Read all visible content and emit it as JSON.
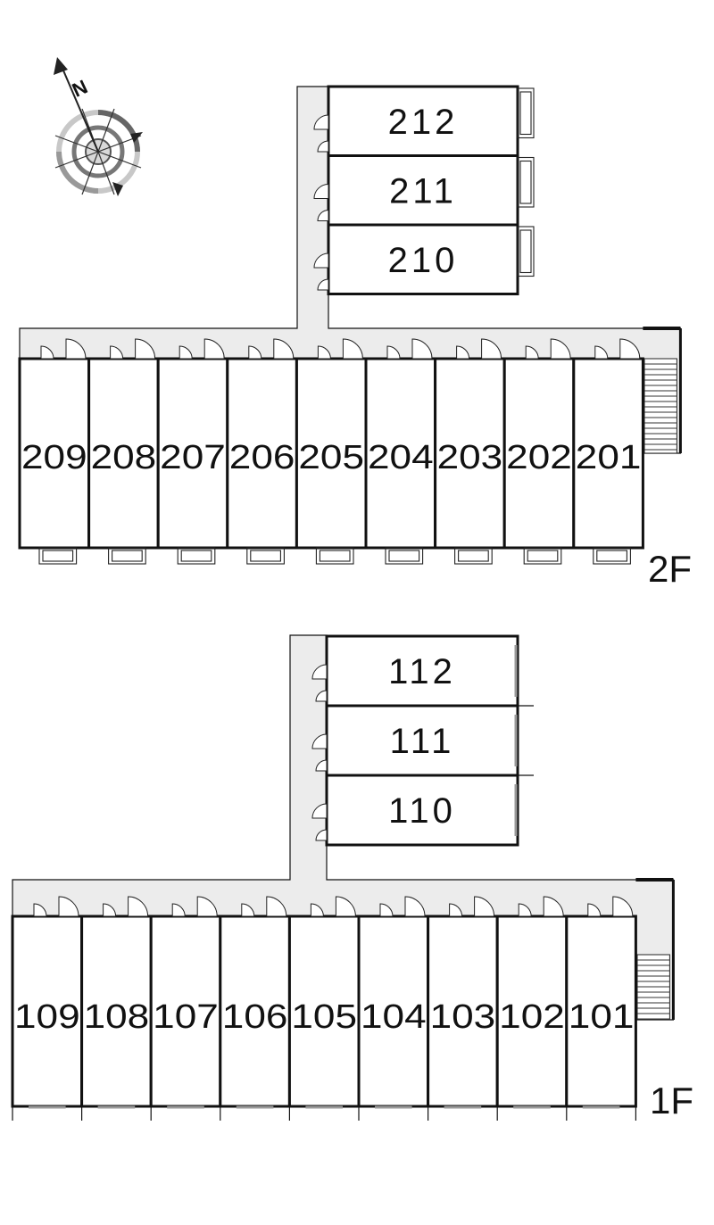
{
  "compass": {
    "north_label": "N"
  },
  "floors": [
    {
      "label": "2F",
      "row_units": [
        "209",
        "208",
        "207",
        "206",
        "205",
        "204",
        "203",
        "202",
        "201"
      ],
      "wing_units": [
        "212",
        "211",
        "210"
      ]
    },
    {
      "label": "1F",
      "row_units": [
        "109",
        "108",
        "107",
        "106",
        "105",
        "104",
        "103",
        "102",
        "101"
      ],
      "wing_units": [
        "112",
        "111",
        "110"
      ]
    }
  ]
}
